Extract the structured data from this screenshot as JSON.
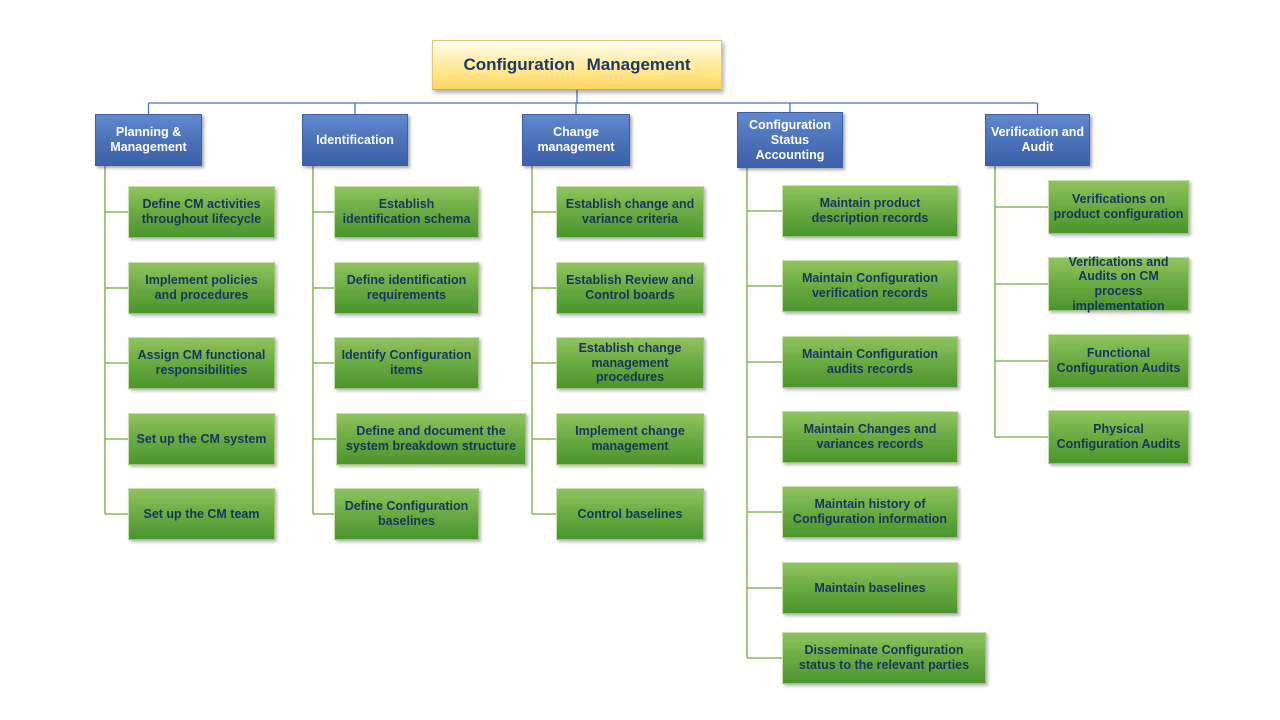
{
  "root": {
    "label": "Configuration Management"
  },
  "columns": [
    {
      "header": "Planning & Management",
      "children": [
        "Define CM activities throughout lifecycle",
        "Implement policies and procedures",
        "Assign CM functional responsibilities",
        "Set up the CM system",
        "Set up the CM team"
      ]
    },
    {
      "header": "Identification",
      "children": [
        "Establish identification schema",
        "Define identification requirements",
        "Identify Configuration items",
        "Define and document the system breakdown structure",
        "Define Configuration baselines"
      ]
    },
    {
      "header": "Change management",
      "children": [
        "Establish change and variance criteria",
        "Establish Review and Control boards",
        "Establish change management procedures",
        "Implement change management",
        "Control baselines"
      ]
    },
    {
      "header": "Configuration Status Accounting",
      "children": [
        "Maintain product description records",
        "Maintain Configuration verification records",
        "Maintain Configuration audits records",
        "Maintain Changes and variances records",
        "Maintain history of Configuration information",
        "Maintain baselines",
        "Disseminate Configuration status to the relevant parties"
      ]
    },
    {
      "header": "Verification and Audit",
      "children": [
        "Verifications on product configuration",
        "Verifications and Audits on CM process implementation",
        "Functional Configuration Audits",
        "Physical Configuration Audits"
      ]
    }
  ],
  "colors": {
    "root_fill_top": "#FFFDF3",
    "root_fill_bottom": "#FFD75E",
    "header_blue": "#4472C4",
    "child_green": "#5B9B36",
    "text_navy": "#17365D",
    "connector_blue": "#4472C4",
    "connector_green": "#76A73F"
  }
}
